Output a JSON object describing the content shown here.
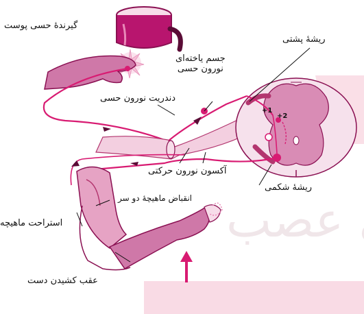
{
  "diagram": {
    "labels": {
      "skin_receptor": "گیرندهٔ حسی پوست",
      "dorsal_root": "ریشهٔ پشتی",
      "sensory_cell_body": "جسم یاخته‌ای\nنورون حسی",
      "sensory_dendrite": "دندریت نورون حسی",
      "motor_axon": "آکسون نورون حرکتی",
      "ventral_root": "ریشهٔ شکمی",
      "biceps_contraction": "انقباض ماهیچهٔ دو سر",
      "muscle_relaxation": "استراحت ماهیچه",
      "hand_withdrawal": "عقب کشیدن دست"
    },
    "markers": {
      "plus_1": "+1",
      "plus_2": "+2"
    },
    "watermark": "ی عصب",
    "colors": {
      "nerve": "#d81b72",
      "skin": "#c9679b",
      "muscle": "#e6a3c4",
      "cord_gray": "#d98cb5",
      "cord_white": "#f6e1ec",
      "pot": "#b8156e",
      "band": "#f6c8d8"
    }
  }
}
